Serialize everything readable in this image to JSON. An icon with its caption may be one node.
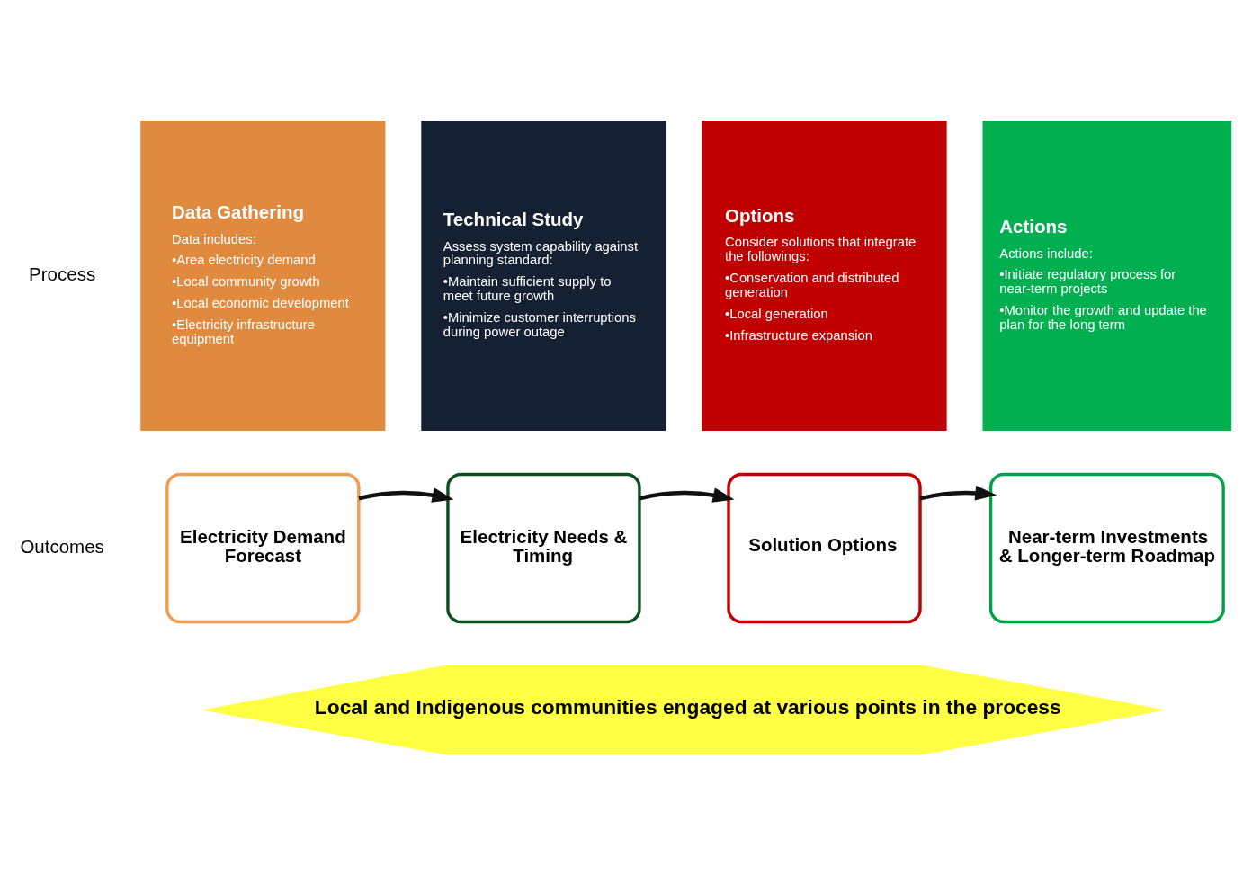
{
  "diagram": {
    "nodes": [
      {
        "text": [
          "Data Gathering",
          "Data includes:",
          "•Area electricity demand",
          "•Local community growth",
          "•Local economic development",
          "•Electricity infrastructure equipment"
        ]
      },
      {
        "text": [
          "Technical Study",
          "Assess system capability against planning standard:",
          "•Maintain sufficient supply to meet future growth",
          "•Minimize customer interruptions during power outage"
        ]
      },
      {
        "text": [
          "Options",
          "Consider solutions that integrate the followings:",
          "•Conservation and distributed generation",
          "•Local generation",
          "•Infrastructure expansion"
        ]
      },
      {
        "text": [
          "Actions",
          "Actions include:",
          "•Initiate regulatory process for near-term projects",
          "•Monitor the growth and update the plan for the long term"
        ]
      },
      {
        "text": [
          "Electricity Demand Forecast"
        ]
      },
      {
        "text": [
          "Electricity Needs & Timing"
        ]
      },
      {
        "text": [
          "Solution Options"
        ]
      },
      {
        "text": [
          "Near-term Investments & Longer-term Roadmap"
        ]
      },
      {
        "text": [
          "Local and Indigenous communities engaged at various points in the process"
        ]
      }
    ],
    "edges": [
      {
        "from": 4,
        "to": 5,
        "arrow": "to"
      },
      {
        "from": 5,
        "to": 6,
        "arrow": "to"
      },
      {
        "from": 6,
        "to": 7,
        "arrow": "to"
      }
    ],
    "labels": [
      "Process",
      "Outcomes"
    ]
  }
}
